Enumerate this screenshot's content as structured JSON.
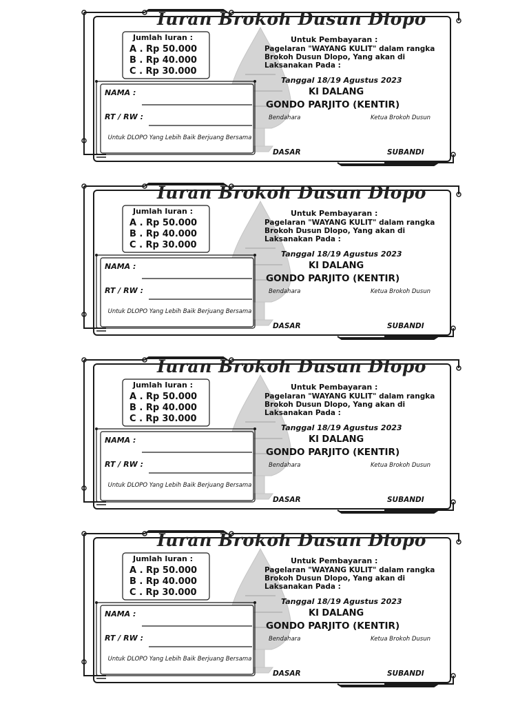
{
  "cards": [
    {
      "title": "Iuran Brokoh Dusun Dlopo",
      "fee_title": "Jumlah Iuran :",
      "fees": [
        "A . Rp 50.000",
        "B . Rp 40.000",
        "C . Rp 30.000"
      ],
      "name_label": "NAMA :",
      "rtrw_label": "RT / RW :",
      "motto": "Untuk DLOPO Yang Lebih Baik Berjuang Bersama",
      "payment_title": "Untuk Pembayaran :",
      "payment_desc": "Pagelaran \"WAYANG KULIT\" dalam rangka Brokoh Dusun Dlopo, Yang akan di Laksanakan Pada :",
      "payment_date": "Tanggal 18/19 Agustus 2023",
      "dalang_label": "KI DALANG",
      "dalang_name": "GONDO PARJITO (KENTIR)",
      "role_left": "Bendahara",
      "role_right": "Ketua Brokoh Dusun",
      "signer_left": "DASAR",
      "signer_right": "SUBANDI"
    },
    {
      "title": "Iuran Brokoh Dusun Dlopo",
      "fee_title": "Jumlah Iuran :",
      "fees": [
        "A . Rp 50.000",
        "B . Rp 40.000",
        "C . Rp 30.000"
      ],
      "name_label": "NAMA :",
      "rtrw_label": "RT / RW :",
      "motto": "Untuk DLOPO Yang Lebih Baik Berjuang Bersama",
      "payment_title": "Untuk Pembayaran :",
      "payment_desc": "Pagelaran \"WAYANG KULIT\" dalam rangka Brokoh Dusun Dlopo, Yang akan di Laksanakan Pada :",
      "payment_date": "Tanggal 18/19 Agustus 2023",
      "dalang_label": "KI DALANG",
      "dalang_name": "GONDO PARJITO (KENTIR)",
      "role_left": "Bendahara",
      "role_right": "Ketua Brokoh Dusun",
      "signer_left": "DASAR",
      "signer_right": "SUBANDI"
    },
    {
      "title": "Iuran Brokoh Dusun Dlopo",
      "fee_title": "Jumlah Iuran :",
      "fees": [
        "A . Rp 50.000",
        "B . Rp 40.000",
        "C . Rp 30.000"
      ],
      "name_label": "NAMA :",
      "rtrw_label": "RT / RW :",
      "motto": "Untuk DLOPO Yang Lebih Baik Berjuang Bersama",
      "payment_title": "Untuk Pembayaran :",
      "payment_desc": "Pagelaran \"WAYANG KULIT\" dalam rangka Brokoh Dusun Dlopo, Yang akan di Laksanakan Pada :",
      "payment_date": "Tanggal 18/19 Agustus 2023",
      "dalang_label": "KI DALANG",
      "dalang_name": "GONDO PARJITO (KENTIR)",
      "role_left": "Bendahara",
      "role_right": "Ketua Brokoh Dusun",
      "signer_left": "DASAR",
      "signer_right": "SUBANDI"
    },
    {
      "title": "Iuran Brokoh Dusun Dlopo",
      "fee_title": "Jumlah Iuran :",
      "fees": [
        "A . Rp 50.000",
        "B . Rp 40.000",
        "C . Rp 30.000"
      ],
      "name_label": "NAMA :",
      "rtrw_label": "RT / RW :",
      "motto": "Untuk DLOPO Yang Lebih Baik Berjuang Bersama",
      "payment_title": "Untuk Pembayaran :",
      "payment_desc": "Pagelaran \"WAYANG KULIT\" dalam rangka Brokoh Dusun Dlopo, Yang akan di Laksanakan Pada :",
      "payment_date": "Tanggal 18/19 Agustus 2023",
      "dalang_label": "KI DALANG",
      "dalang_name": "GONDO PARJITO (KENTIR)",
      "role_left": "Bendahara",
      "role_right": "Ketua Brokoh Dusun",
      "signer_left": "DASAR",
      "signer_right": "SUBANDI"
    }
  ],
  "colors": {
    "ink": "#111111",
    "frame": "#1a1a1a",
    "watermark": "#d4d4d4"
  },
  "icons": {
    "ornament": "gunungan-wayang-icon"
  }
}
